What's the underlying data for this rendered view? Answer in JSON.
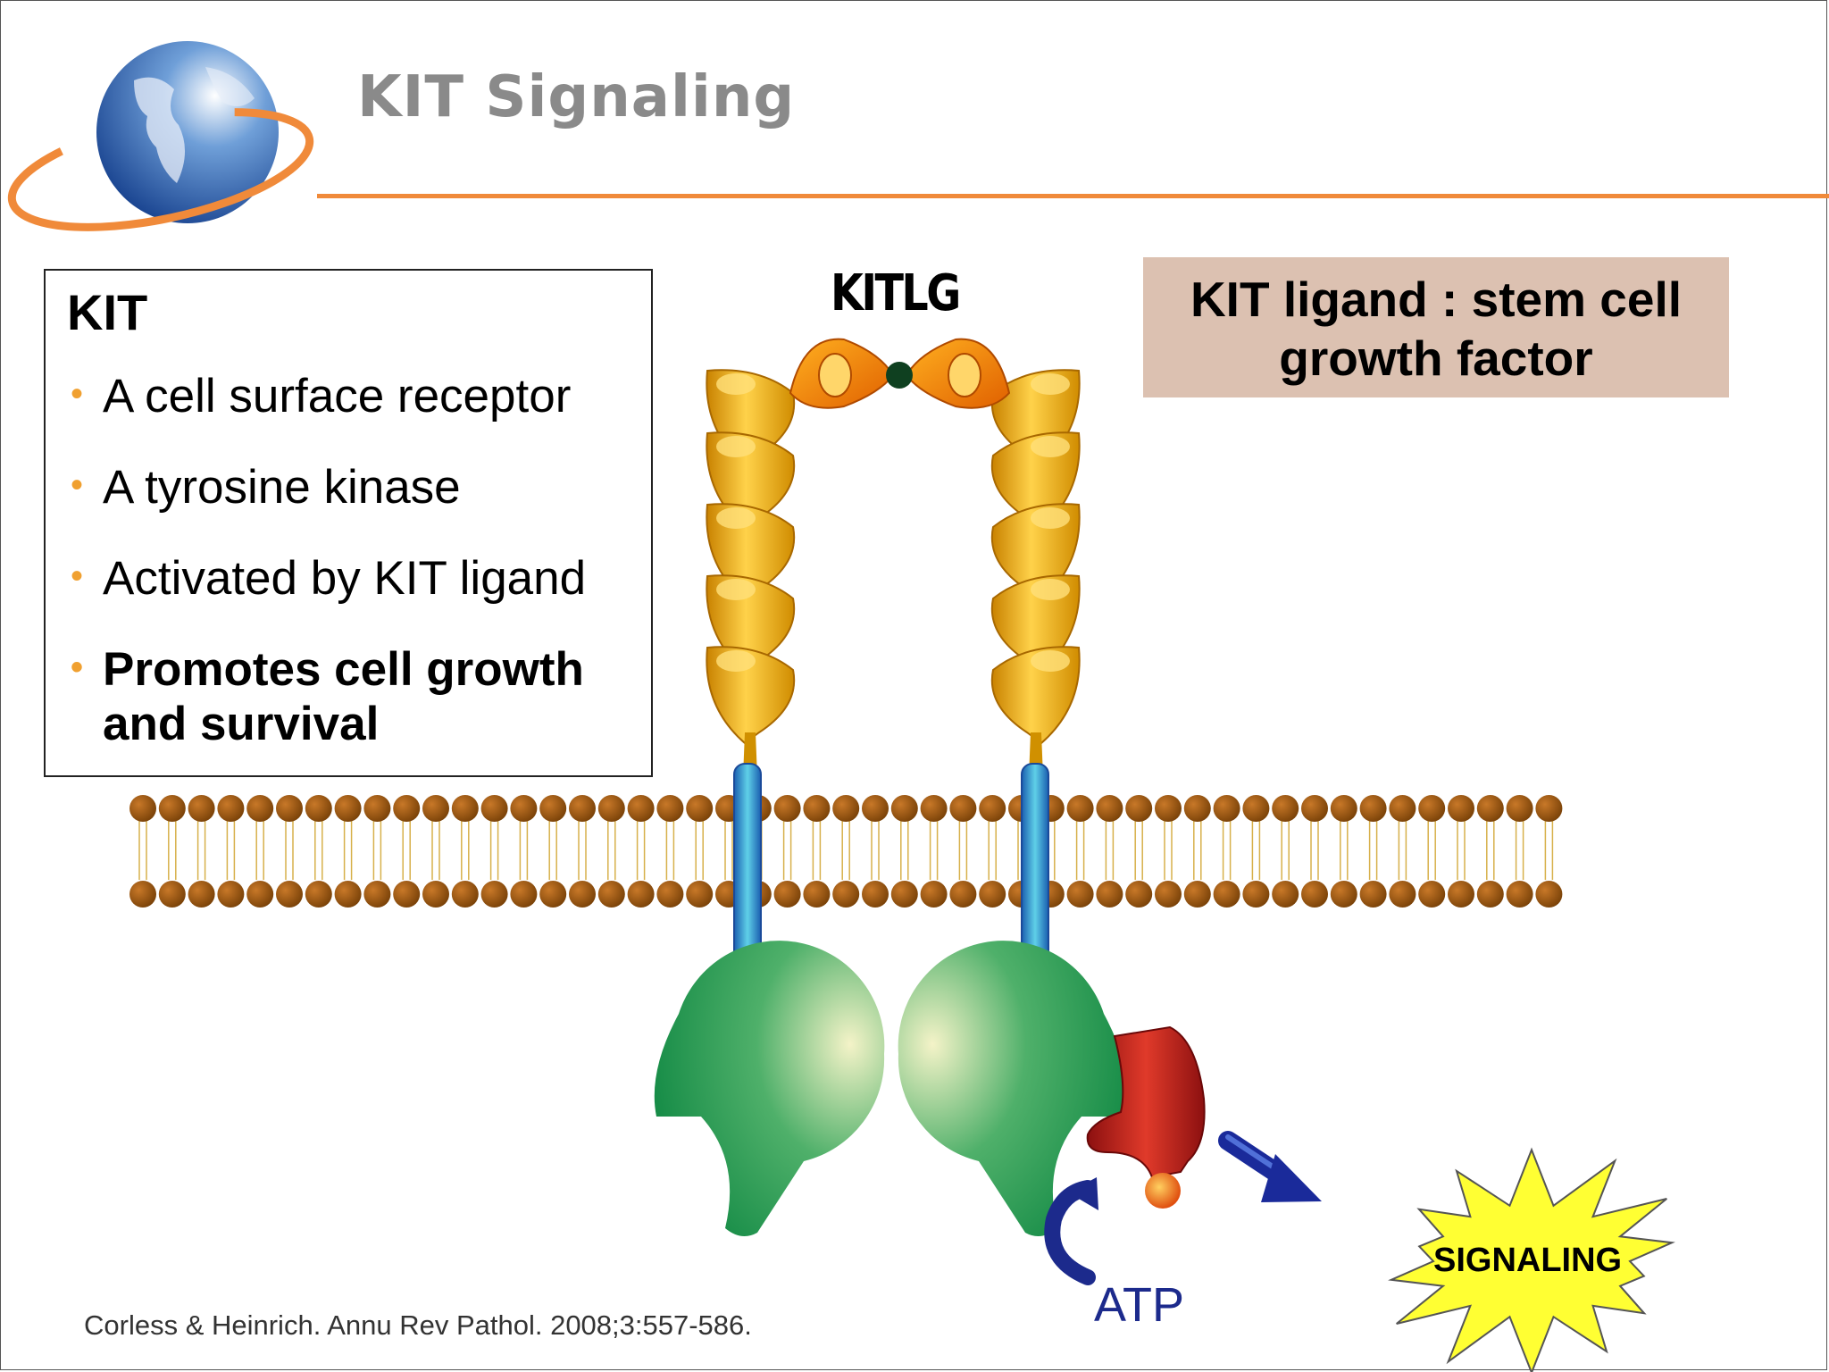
{
  "title": "KIT Signaling",
  "kit_box": {
    "heading": "KIT",
    "items": [
      {
        "text": "A cell surface receptor"
      },
      {
        "text": "A tyrosine kinase"
      },
      {
        "text": "Activated by KIT ligand"
      },
      {
        "text": "Promotes cell growth and survival",
        "bold": true
      }
    ]
  },
  "ligand_box": {
    "line1": "KIT ligand : stem cell",
    "line2": "growth factor"
  },
  "diagram": {
    "ligand_label": "KITLG",
    "atp_label": "ATP",
    "signaling_label": "SIGNALING"
  },
  "citation": "Corless & Heinrich. Annu Rev Pathol. 2008;3:557-586.",
  "colors": {
    "accent_orange": "#f08a3a",
    "bullet_orange": "#f0a030",
    "ligand_box_bg": "#dcc1b1",
    "receptor_gold": "#f2b01e",
    "membrane_brown": "#9a5a10",
    "kinase_green": "#1f9a55",
    "substrate_red": "#c0201a",
    "arrow_blue": "#1c2a8c",
    "starburst_yellow": "#ffff33"
  }
}
